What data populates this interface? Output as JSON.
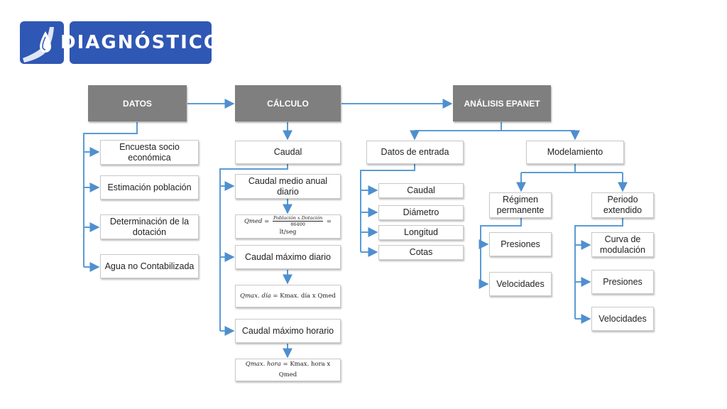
{
  "header": {
    "title": "DIAGNÓSTICO",
    "logo_icon": "water-drop-icon",
    "color": "#2f57b4"
  },
  "diagram": {
    "datos": {
      "label": "DATOS",
      "items": [
        "Encuesta socio económica",
        "Estimación población",
        "Determinación de la dotación",
        "Agua no Contabilizada"
      ]
    },
    "calculo": {
      "label": "CÁLCULO",
      "caudal": "Caudal",
      "medio": "Caudal medio anual diario",
      "formula_medio": {
        "lhs": "Qmed",
        "num": "Población x Dotación",
        "den": "86400",
        "rhs": "= lt/seg"
      },
      "maximo_diario": "Caudal máximo diario",
      "formula_diario": {
        "lhs": "Qmax. día",
        "rhs": "= Kmax. día x Qmed"
      },
      "maximo_horario": "Caudal máximo horario",
      "formula_horario": {
        "lhs": "Qmax. hora",
        "rhs": "= Kmax. hora x Qmed"
      }
    },
    "analisis": {
      "label": "ANÁLISIS EPANET",
      "datos_entrada": {
        "label": "Datos de entrada",
        "items": [
          "Caudal",
          "Diámetro",
          "Longitud",
          "Cotas"
        ]
      },
      "modelamiento": {
        "label": "Modelamiento",
        "regimen": {
          "label": "Régimen permanente",
          "items": [
            "Presiones",
            "Velocidades"
          ]
        },
        "periodo": {
          "label": "Periodo extendido",
          "items": [
            "Curva de modulación",
            "Presiones",
            "Velocidades"
          ]
        }
      }
    }
  }
}
